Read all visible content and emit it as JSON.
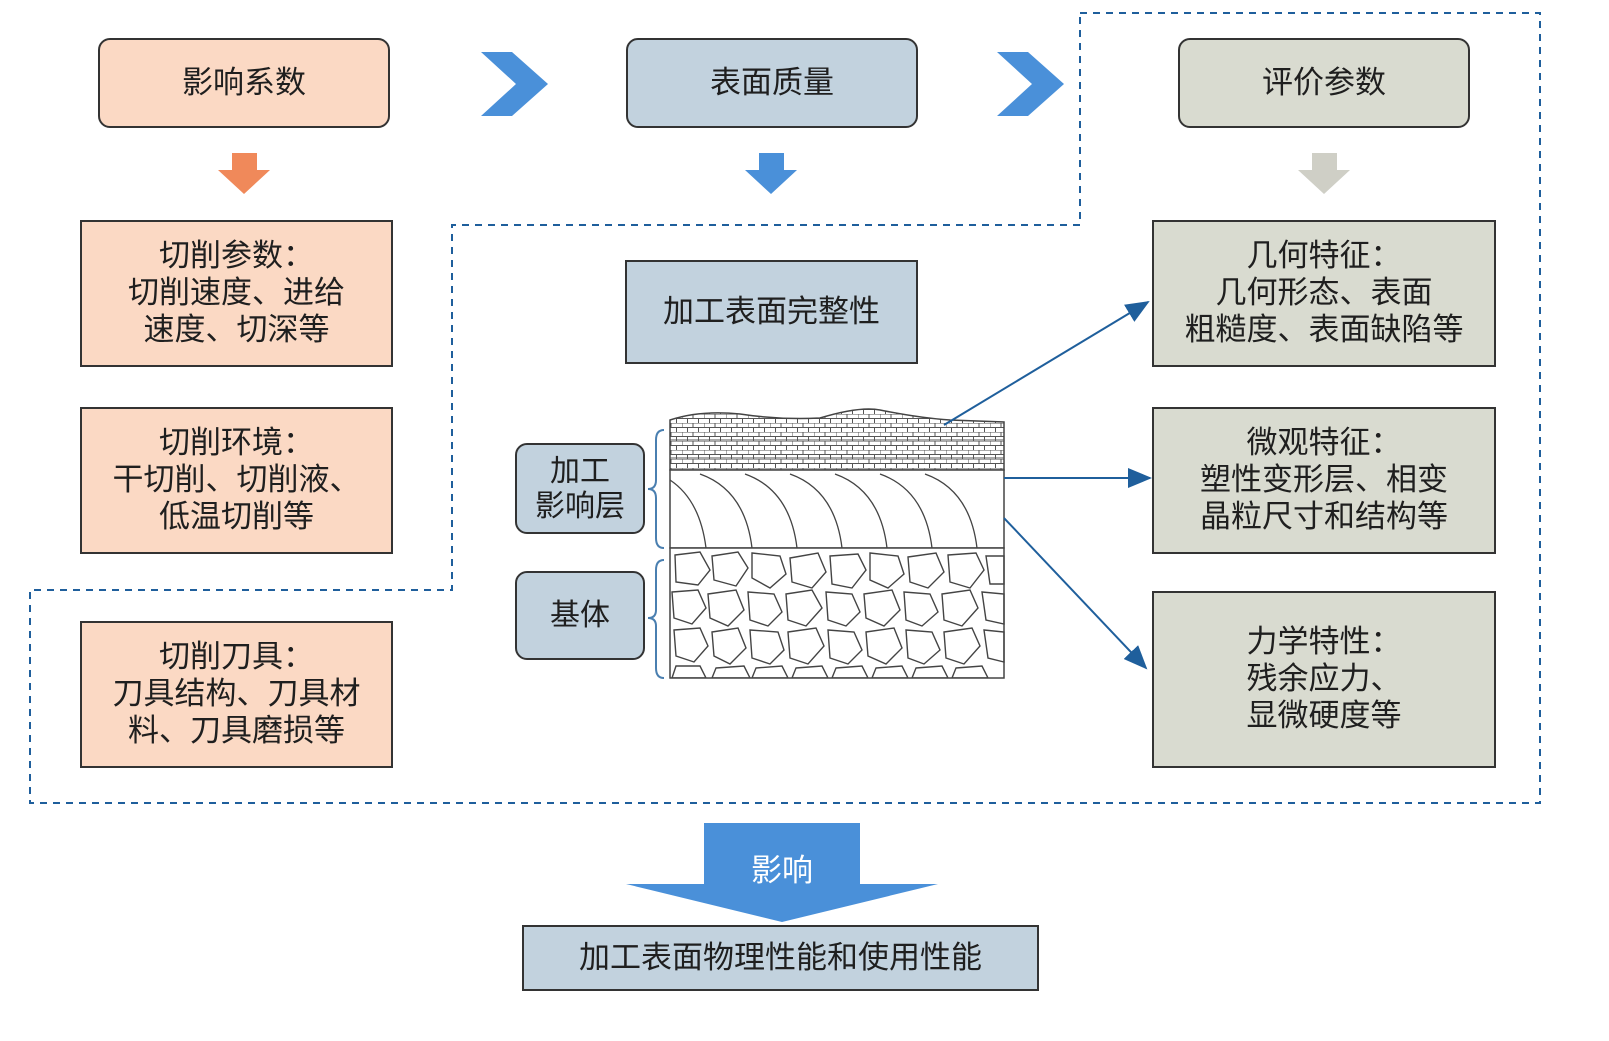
{
  "header": {
    "influence_factors": "影响系数",
    "surface_quality": "表面质量",
    "evaluation_params": "评价参数"
  },
  "left": {
    "cutting_params": {
      "title": "切削参数：",
      "lines": [
        "切削速度、进给",
        "速度、切深等"
      ]
    },
    "cutting_env": {
      "title": "切削环境：",
      "lines": [
        "干切削、切削液、",
        "低温切削等"
      ]
    },
    "cutting_tool": {
      "title": "切削刀具：",
      "lines": [
        "刀具结构、刀具材",
        "料、刀具磨损等"
      ]
    }
  },
  "middle": {
    "integrity": "加工表面完整性",
    "affected_layer": [
      "加工",
      "影响层"
    ],
    "substrate": "基体"
  },
  "right": {
    "geometric": {
      "title": "几何特征：",
      "lines": [
        "几何形态、表面",
        "粗糙度、表面缺陷等"
      ]
    },
    "micro": {
      "title": "微观特征：",
      "lines": [
        "塑性变形层、相变",
        "晶粒尺寸和结构等"
      ]
    },
    "mechanical": {
      "title": "力学特性：",
      "lines": [
        "残余应力、",
        "显微硬度等"
      ]
    }
  },
  "bottom": {
    "influence_label": "影响",
    "result": "加工表面物理性能和使用性能"
  },
  "colors": {
    "orange_fill": "#fbd9c4",
    "blue_fill": "#c2d2de",
    "gray_fill": "#d9dbd0",
    "chevron_blue": "#4a90d9",
    "down_orange": "#f0895a",
    "down_gray": "#cfcfc6",
    "dashed_line": "#1f5f9c"
  }
}
